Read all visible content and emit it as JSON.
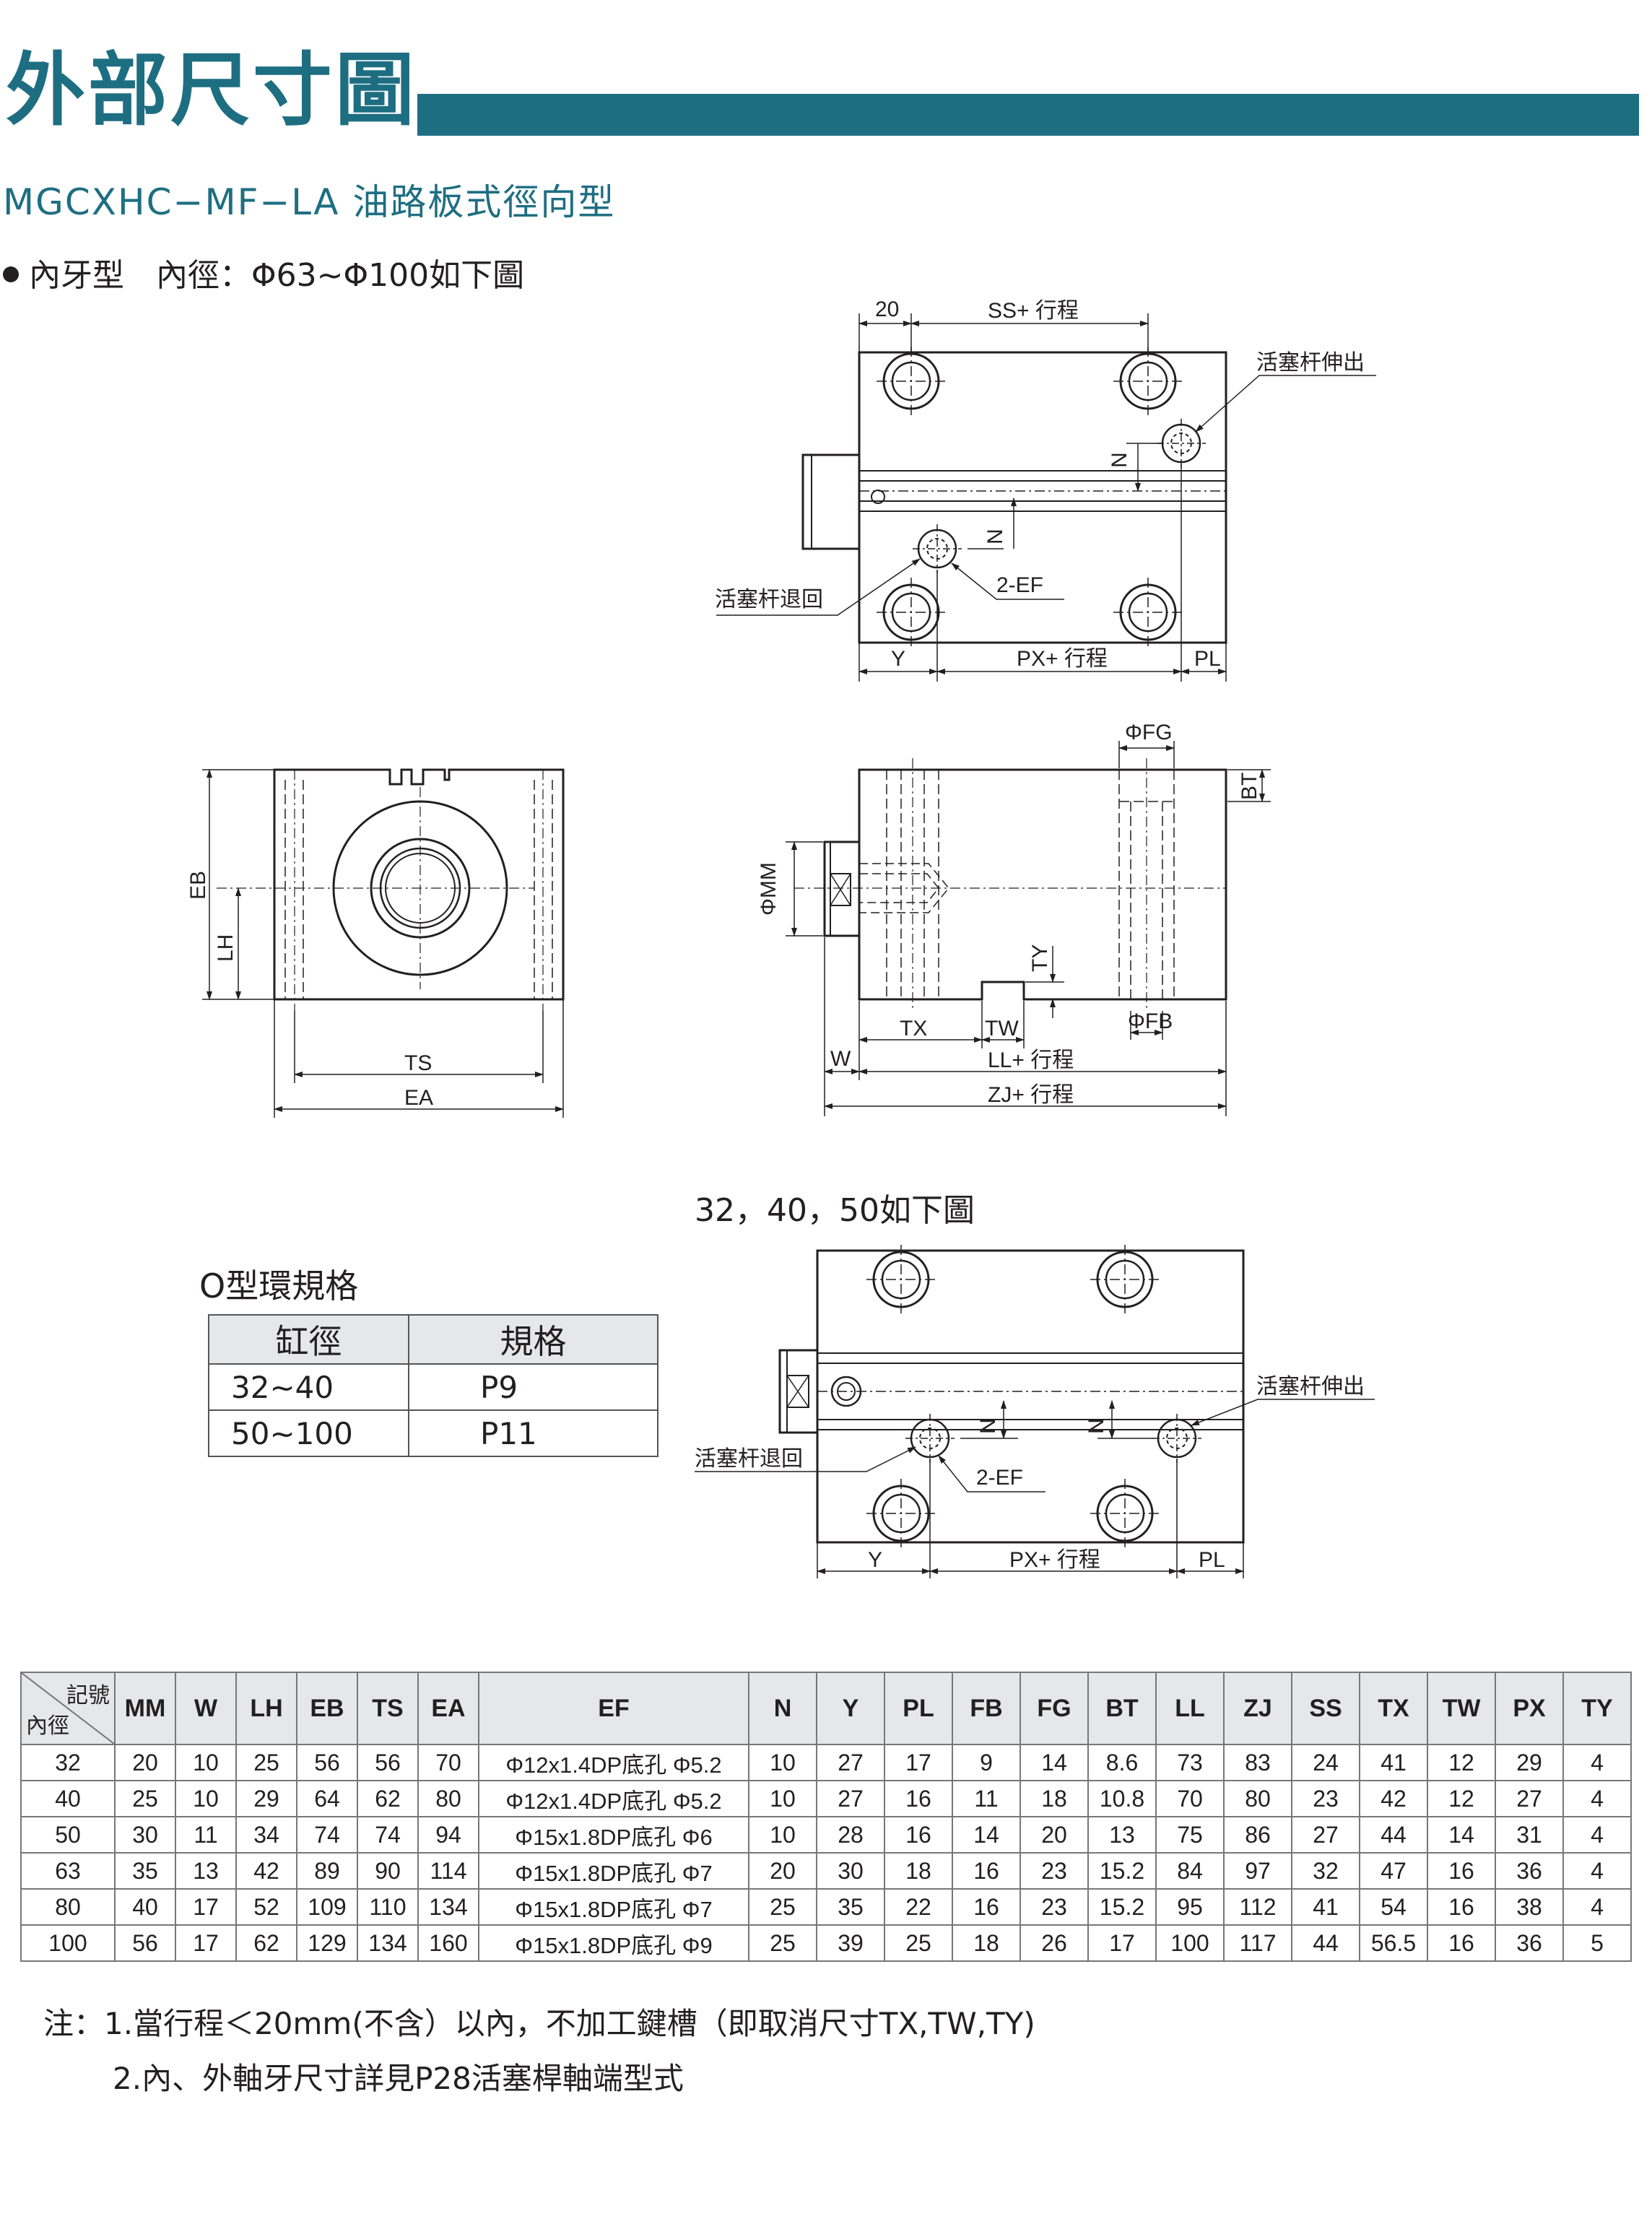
{
  "header": {
    "title": "外部尺寸圖",
    "subtitle": "MGCXHC−MF−LA 油路板式徑向型",
    "intro": "內牙型　內徑：Φ63~Φ100如下圖"
  },
  "drawing_top": {
    "dim_20": "20",
    "dim_ss": "SS+ 行程",
    "label_extend": "活塞杆伸出",
    "label_retract": "活塞杆退回",
    "label_ef": "2-EF",
    "dim_n1": "N",
    "dim_n2": "N",
    "dim_y": "Y",
    "dim_px": "PX+ 行程",
    "dim_pl": "PL"
  },
  "drawing_front": {
    "dim_eb": "EB",
    "dim_lh": "LH",
    "dim_ts": "TS",
    "dim_ea": "EA"
  },
  "drawing_side": {
    "dim_fg": "ΦFG",
    "dim_bt": "BT",
    "dim_mm": "ΦMM",
    "dim_ty": "TY",
    "dim_tx": "TX",
    "dim_tw": "TW",
    "dim_fb": "ΦFB",
    "dim_w": "W",
    "dim_ll": "LL+ 行程",
    "dim_zj": "ZJ+ 行程"
  },
  "drawing_small": {
    "caption": "32，40，50如下圖",
    "label_extend": "活塞杆伸出",
    "label_retract": "活塞杆退回",
    "label_ef": "2-EF",
    "dim_n1": "N",
    "dim_n2": "N",
    "dim_y": "Y",
    "dim_px": "PX+ 行程",
    "dim_pl": "PL"
  },
  "oring": {
    "title": "O型環規格",
    "headers": [
      "缸徑",
      "規格"
    ],
    "rows": [
      [
        "32~40",
        "P9"
      ],
      [
        "50~100",
        "P11"
      ]
    ]
  },
  "spec_table": {
    "corner_top": "記號",
    "corner_bottom": "內徑",
    "headers": [
      "MM",
      "W",
      "LH",
      "EB",
      "TS",
      "EA",
      "EF",
      "N",
      "Y",
      "PL",
      "FB",
      "FG",
      "BT",
      "LL",
      "ZJ",
      "SS",
      "TX",
      "TW",
      "PX",
      "TY"
    ],
    "rows": [
      [
        "32",
        "20",
        "10",
        "25",
        "56",
        "56",
        "70",
        "Φ12x1.4DP底孔 Φ5.2",
        "10",
        "27",
        "17",
        "9",
        "14",
        "8.6",
        "73",
        "83",
        "24",
        "41",
        "12",
        "29",
        "4"
      ],
      [
        "40",
        "25",
        "10",
        "29",
        "64",
        "62",
        "80",
        "Φ12x1.4DP底孔 Φ5.2",
        "10",
        "27",
        "16",
        "11",
        "18",
        "10.8",
        "70",
        "80",
        "23",
        "42",
        "12",
        "27",
        "4"
      ],
      [
        "50",
        "30",
        "11",
        "34",
        "74",
        "74",
        "94",
        "Φ15x1.8DP底孔 Φ6",
        "10",
        "28",
        "16",
        "14",
        "20",
        "13",
        "75",
        "86",
        "27",
        "44",
        "14",
        "31",
        "4"
      ],
      [
        "63",
        "35",
        "13",
        "42",
        "89",
        "90",
        "114",
        "Φ15x1.8DP底孔 Φ7",
        "20",
        "30",
        "18",
        "16",
        "23",
        "15.2",
        "84",
        "97",
        "32",
        "47",
        "16",
        "36",
        "4"
      ],
      [
        "80",
        "40",
        "17",
        "52",
        "109",
        "110",
        "134",
        "Φ15x1.8DP底孔 Φ7",
        "25",
        "35",
        "22",
        "16",
        "23",
        "15.2",
        "95",
        "112",
        "41",
        "54",
        "16",
        "38",
        "4"
      ],
      [
        "100",
        "56",
        "17",
        "62",
        "129",
        "134",
        "160",
        "Φ15x1.8DP底孔 Φ9",
        "25",
        "39",
        "25",
        "18",
        "26",
        "17",
        "100",
        "117",
        "44",
        "56.5",
        "16",
        "36",
        "5"
      ]
    ]
  },
  "notes": {
    "line1": "注：1.當行程＜20mm(不含）以內，不加工鍵槽（即取消尺寸TX,TW,TY)",
    "line2": "2.內、外軸牙尺寸詳見P28活塞桿軸端型式"
  }
}
